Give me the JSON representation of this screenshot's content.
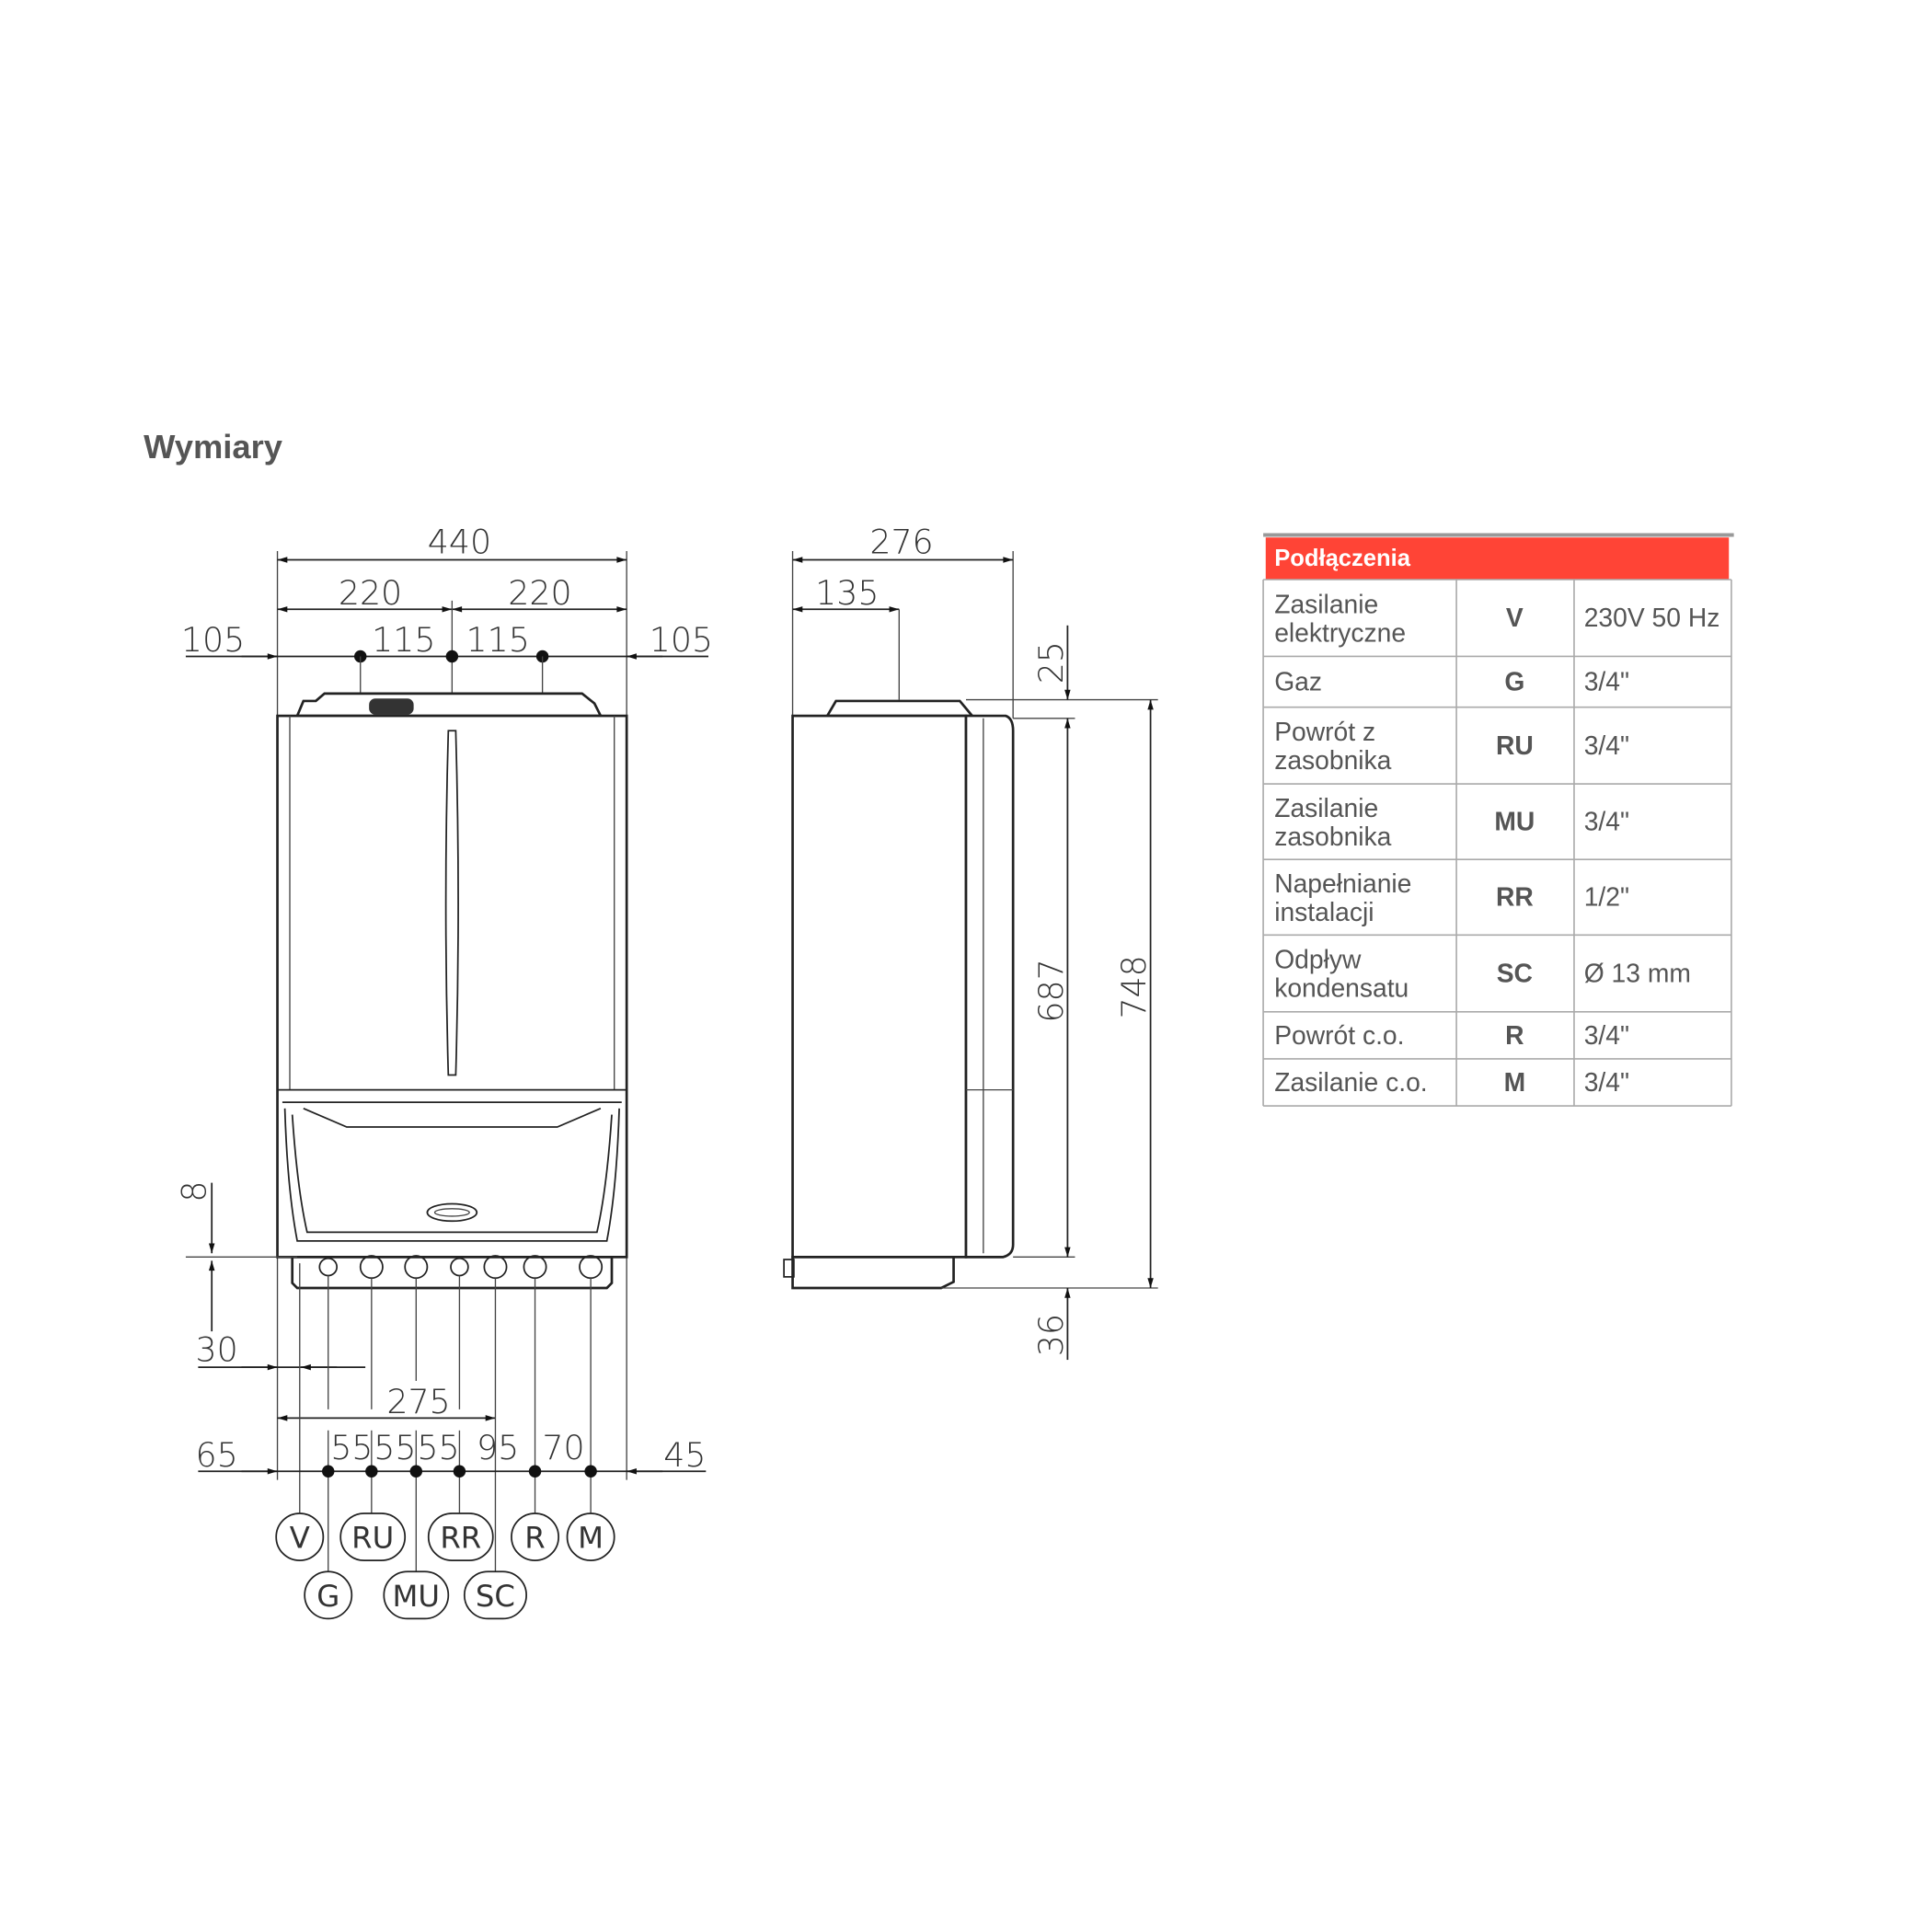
{
  "title": "Wymiary",
  "front_view": {
    "dims_top": {
      "total": "440",
      "half_left": "220",
      "half_right": "220",
      "outer_left": "105",
      "inner_left": "115",
      "inner_right": "115",
      "outer_right": "105"
    },
    "dims_bottom": {
      "bottom_offset": "8",
      "offset_30": "30",
      "span_275": "275",
      "left_65": "65",
      "g1": "55",
      "g2": "55",
      "g3": "55",
      "g4": "95",
      "g5": "70",
      "right_45": "45"
    },
    "connectors": [
      "V",
      "G",
      "RU",
      "MU",
      "RR",
      "SC",
      "R",
      "M"
    ]
  },
  "side_view": {
    "depth": "276",
    "offset_135": "135",
    "top_25": "25",
    "height_687": "687",
    "height_748": "748",
    "bottom_36": "36"
  },
  "table": {
    "header": "Podłączenia",
    "header_color": "#ff4436",
    "rows": [
      {
        "name_l1": "Zasilanie",
        "name_l2": "elektryczne",
        "code": "V",
        "value": "230V 50 Hz"
      },
      {
        "name_l1": "Gaz",
        "name_l2": "",
        "code": "G",
        "value": "3/4\""
      },
      {
        "name_l1": "Powrót z",
        "name_l2": "zasobnika",
        "code": "RU",
        "value": "3/4\""
      },
      {
        "name_l1": "Zasilanie",
        "name_l2": "zasobnika",
        "code": "MU",
        "value": "3/4\""
      },
      {
        "name_l1": "Napełnianie",
        "name_l2": "instalacji",
        "code": "RR",
        "value": "1/2\""
      },
      {
        "name_l1": "Odpływ",
        "name_l2": "kondensatu",
        "code": "SC",
        "value": "Ø 13 mm"
      },
      {
        "name_l1": "Powrót c.o.",
        "name_l2": "",
        "code": "R",
        "value": "3/4\""
      },
      {
        "name_l1": "Zasilanie c.o.",
        "name_l2": "",
        "code": "M",
        "value": "3/4\""
      }
    ]
  }
}
